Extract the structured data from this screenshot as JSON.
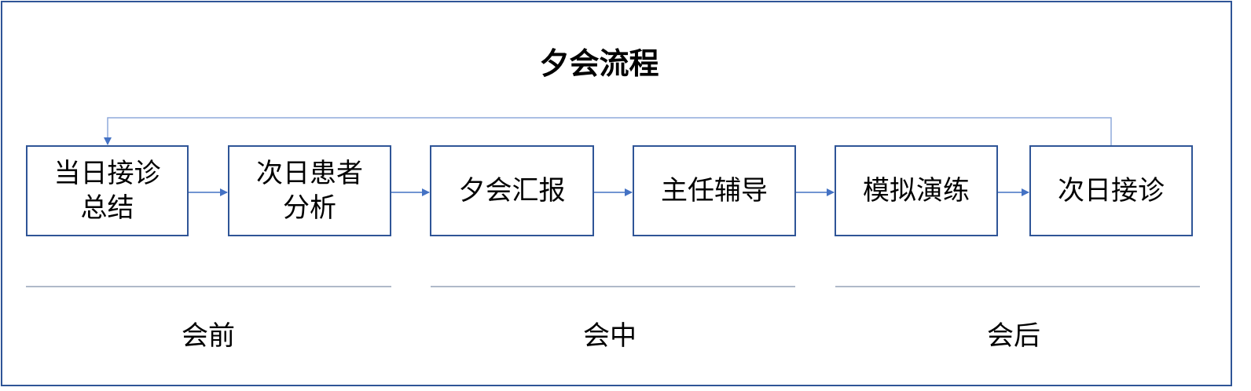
{
  "title": "夕会流程",
  "steps": [
    {
      "label": "当日接诊总结"
    },
    {
      "label": "次日患者分析"
    },
    {
      "label": "夕会汇报"
    },
    {
      "label": "主任辅导"
    },
    {
      "label": "模拟演练"
    },
    {
      "label": "次日接诊"
    }
  ],
  "phases": [
    {
      "label": "会前"
    },
    {
      "label": "会中"
    },
    {
      "label": "会后"
    }
  ],
  "colors": {
    "border": "#2F5597",
    "arrow": "#4472C4",
    "loop": "#8FAADC",
    "divider": "#7F8FA9"
  }
}
